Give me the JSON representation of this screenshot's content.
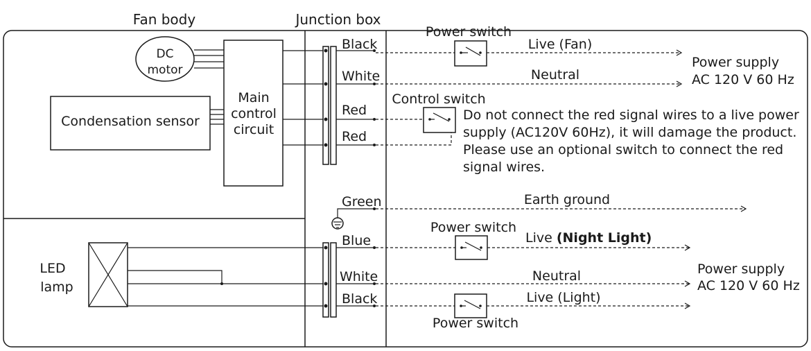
{
  "sections": {
    "fan_body": "Fan body",
    "junction_box": "Junction box"
  },
  "components": {
    "dc_motor_line1": "DC",
    "dc_motor_line2": "motor",
    "main_control_line1": "Main",
    "main_control_line2": "control",
    "main_control_line3": "circuit",
    "condensation_sensor": "Condensation sensor",
    "led_lamp_line1": "LED",
    "led_lamp_line2": "lamp"
  },
  "wires": {
    "black_top": "Black",
    "white_top": "White",
    "red_1": "Red",
    "red_2": "Red",
    "green": "Green",
    "blue": "Blue",
    "white_bottom": "White",
    "black_bottom": "Black"
  },
  "switches": {
    "power_switch_fan": "Power switch",
    "control_switch": "Control switch",
    "power_switch_night": "Power switch",
    "power_switch_light": "Power switch"
  },
  "lines": {
    "live_fan": "Live (Fan)",
    "neutral_top": "Neutral",
    "earth_ground": "Earth ground",
    "live_night_prefix": "Live ",
    "live_night_bold": "(Night Light)",
    "neutral_bottom": "Neutral",
    "live_light": "Live (Light)"
  },
  "power_supply": {
    "top_line1": "Power supply",
    "top_line2": "AC 120 V 60 Hz",
    "bottom_line1": "Power supply",
    "bottom_line2": "AC 120 V 60 Hz"
  },
  "warning": {
    "line1": "Do not connect the red signal wires to a live power",
    "line2": "supply (AC120V 60Hz), it will damage the product.",
    "line3": "Please use an optional switch to connect the red",
    "line4": "signal wires."
  }
}
